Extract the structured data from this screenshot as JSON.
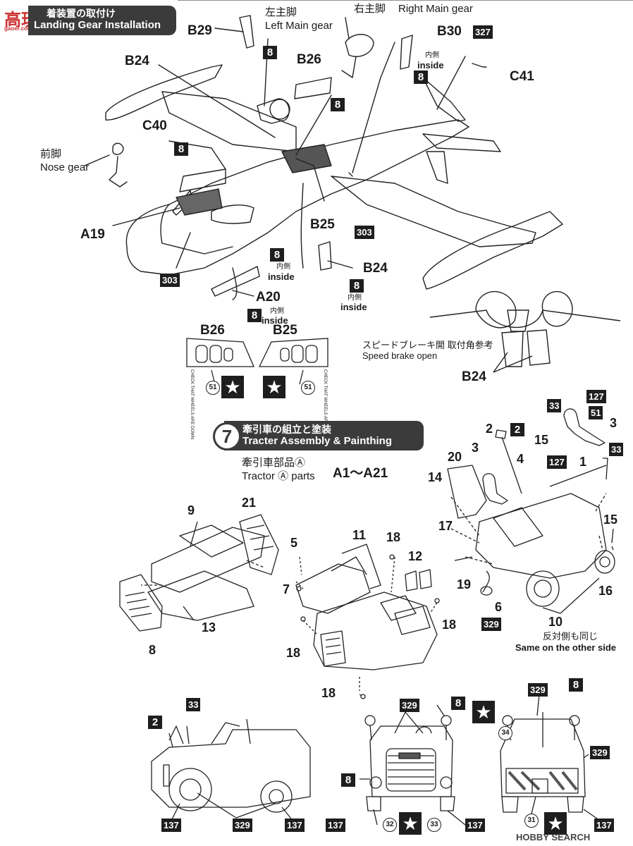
{
  "section6": {
    "title_jp": "着装置の取付け",
    "title_en": "Landing Gear Installation",
    "labels": {
      "b29": "B29",
      "left_main_jp": "左主脚",
      "left_main_en": "Left Main gear",
      "right_main_jp": "右主脚",
      "right_main_en": "Right Main gear",
      "b30": "B30",
      "b24_top": "B24",
      "b26": "B26",
      "c41": "C41",
      "c40": "C40",
      "nose_jp": "前脚",
      "nose_en": "Nose gear",
      "a19": "A19",
      "b25": "B25",
      "b24_mid": "B24",
      "a20": "A20",
      "inside_jp": "内側",
      "inside_en": "inside",
      "speed_brake_jp": "スピードブレーキ開 取付角参考",
      "speed_brake_en": "Speed brake open",
      "b24_bottom": "B24",
      "b26_decal": "B26",
      "b25_decal": "B25"
    },
    "paint_codes": {
      "c8": "8",
      "c327": "327",
      "c303": "303",
      "c51": "51"
    },
    "decal_note": "CHECK THAT WHEELS ARE DOWN"
  },
  "section7": {
    "step_number": "7",
    "title_jp": "牽引車の組立と塗装",
    "title_en": "Tracter Assembly & Painthing",
    "parts_jp": "牽引車部品Ⓐ",
    "parts_en": "Tractor Ⓐ parts",
    "parts_range": "A1～A21",
    "same_other_jp": "反対側も同じ",
    "same_other_en": "Same on the other side",
    "part_numbers": {
      "p1": "1",
      "p2": "2",
      "p3": "3",
      "p4": "4",
      "p5": "5",
      "p6": "6",
      "p7": "7",
      "p8": "8",
      "p9": "9",
      "p10": "10",
      "p11": "11",
      "p12": "12",
      "p13": "13",
      "p14": "14",
      "p15": "15",
      "p16": "16",
      "p17": "17",
      "p18": "18",
      "p19": "19",
      "p20": "20",
      "p21": "21"
    },
    "paint_codes": {
      "c2": "2",
      "c8": "8",
      "c33": "33",
      "c51": "51",
      "c127": "127",
      "c137": "137",
      "c329": "329",
      "c31": "31",
      "c32": "32",
      "c34": "34"
    },
    "star": "★"
  },
  "watermark_left": "高玩",
  "watermark_url": "gaoer.com",
  "watermark_bottom": "HOBBY SEARCH"
}
